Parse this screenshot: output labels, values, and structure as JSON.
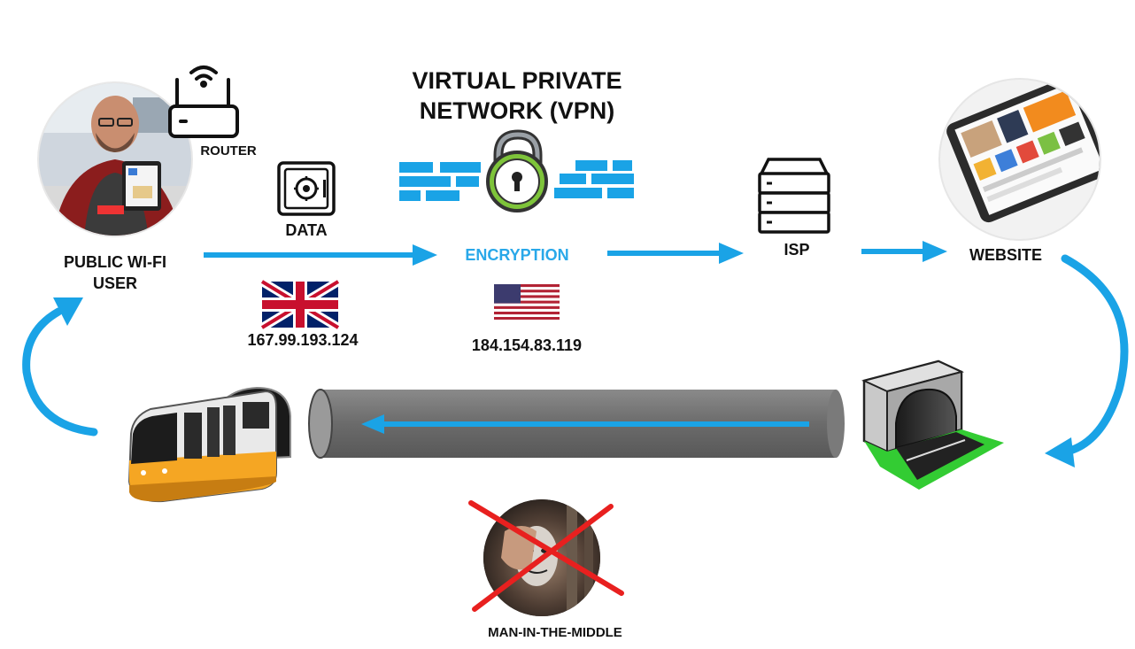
{
  "title": {
    "line1": "VIRTUAL PRIVATE",
    "line2": "NETWORK (VPN)"
  },
  "nodes": {
    "user": {
      "line1": "PUBLIC WI-FI",
      "line2": "USER",
      "icon": "person-with-tablet-photo"
    },
    "router": {
      "label": "ROUTER",
      "icon": "wifi-router-icon"
    },
    "data": {
      "label": "DATA",
      "icon": "safe-icon"
    },
    "encryption": {
      "label": "ENCRYPTION",
      "icon": "padlock-firewall-icon"
    },
    "isp": {
      "label": "ISP",
      "icon": "server-icon"
    },
    "website": {
      "label": "WEBSITE",
      "icon": "tablet-website-photo"
    },
    "mitm": {
      "label": "MAN-IN-THE-MIDDLE",
      "icon": "hacker-crossed-out-photo"
    }
  },
  "ips": {
    "uk": {
      "value": "167.99.193.124",
      "flag": "uk-flag-icon"
    },
    "us": {
      "value": "184.154.83.119",
      "flag": "us-flag-icon"
    }
  },
  "colors": {
    "arrow": "#1aa3e6",
    "encryption_text": "#29a8e9",
    "lock": "#7ec43a",
    "tube": "#666666",
    "train_orange": "#f5a623",
    "tunnel_green": "#33cc33",
    "cross": "#e8201f"
  }
}
